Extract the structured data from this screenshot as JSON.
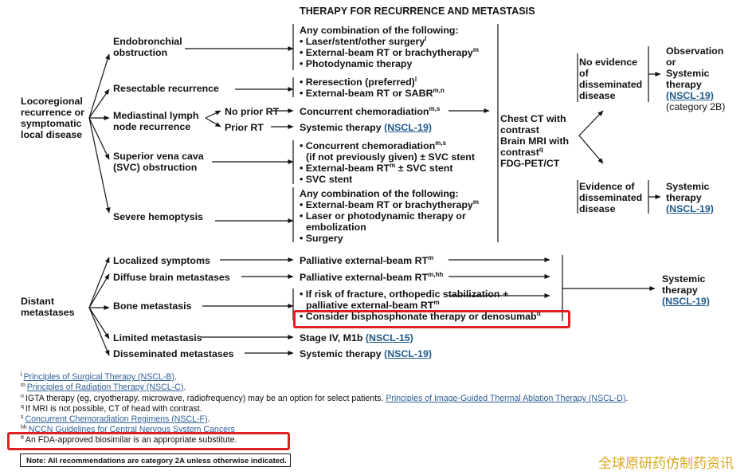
{
  "title": "THERAPY FOR RECURRENCE AND METASTASIS",
  "locoregional": {
    "label": [
      "Locoregional",
      "recurrence or",
      "symptomatic",
      "local disease"
    ],
    "endobronchial": {
      "label": [
        "Endobronchial",
        "obstruction"
      ],
      "therapy": [
        "Any combination of the following:",
        "• Laser/stent/other surgery",
        "• External-beam RT or brachytherapy",
        "• Photodynamic therapy"
      ],
      "sup1": "l",
      "sup2": "m"
    },
    "resectable": {
      "label": "Resectable recurrence",
      "therapy": [
        "• Reresection (preferred)",
        "• External-beam RT or SABR"
      ],
      "sup1": "l",
      "sup2": "m,n"
    },
    "mediastinal": {
      "label": [
        "Mediastinal lymph",
        "node recurrence"
      ],
      "no_prior": "No prior RT",
      "prior": "Prior RT",
      "therapy_no_prior": "Concurrent chemoradiation",
      "therapy_no_prior_sup": "m,s",
      "therapy_prior": "Systemic therapy",
      "therapy_prior_link": "(NSCL-19)"
    },
    "svc": {
      "label": [
        "Superior vena cava",
        "(SVC) obstruction"
      ],
      "therapy": [
        "• Concurrent chemoradiation",
        "(if not previously given) ± SVC stent",
        "• External-beam RT",
        " ± SVC stent",
        "• SVC stent"
      ],
      "sup1": "m,s",
      "sup2": "m"
    },
    "hemoptysis": {
      "label": "Severe hemoptysis",
      "therapy": [
        "Any combination of the following:",
        "• External-beam RT or brachytherapy",
        "• Laser or photodynamic therapy or",
        "embolization",
        "• Surgery"
      ],
      "sup1": "m"
    }
  },
  "followup": {
    "tests": [
      "Chest CT with",
      "contrast",
      "Brain MRI with",
      "contrast",
      "FDG-PET/CT"
    ],
    "tests_sup": "q",
    "no_evidence": [
      "No evidence",
      "of",
      "disseminated",
      "disease"
    ],
    "no_evidence_outcome": [
      "Observation",
      "or",
      "Systemic",
      "therapy",
      "(NSCL-19)",
      "(category 2B)"
    ],
    "evidence": [
      "Evidence of",
      "disseminated",
      "disease"
    ],
    "evidence_outcome": [
      "Systemic",
      "therapy",
      "(NSCL-19)"
    ]
  },
  "distant": {
    "label": [
      "Distant",
      "metastases"
    ],
    "localized": {
      "label": "Localized symptoms",
      "therapy": "Palliative external-beam RT",
      "sup": "m"
    },
    "brain": {
      "label": "Diffuse brain metastases",
      "therapy": "Palliative external-beam RT",
      "sup": "m,hh"
    },
    "bone": {
      "label": "Bone metastasis",
      "therapy": [
        "• If risk of fracture, orthopedic stabilization +",
        "palliative external-beam RT",
        "• Consider bisphosphonate therapy or denosumab"
      ],
      "sup1": "m",
      "sup2": "tt"
    },
    "limited": {
      "label": "Limited metastasis",
      "therapy": "Stage IV, M1b",
      "link": "(NSCL-15)"
    },
    "disseminated": {
      "label": "Disseminated metastases",
      "therapy": "Systemic therapy",
      "link": "(NSCL-19)"
    },
    "outcome": [
      "Systemic",
      "therapy",
      "(NSCL-19)"
    ]
  },
  "footnotes": [
    {
      "mark": "l",
      "link": "Principles of Surgical Therapy (NSCL-B)",
      "text": "",
      "after": "."
    },
    {
      "mark": "m",
      "link": "Principles of Radiation Therapy (NSCL-C)",
      "text": "",
      "after": "."
    },
    {
      "mark": "n",
      "text": "IGTA therapy (eg, cryotherapy, microwave, radiofrequency) may be an option for select patients. ",
      "link": "Principles of Image-Guided Thermal Ablation Therapy (NSCL-D)",
      "after": "."
    },
    {
      "mark": "q",
      "text": "If MRI is not possible, CT of head with contrast.",
      "link": "",
      "after": ""
    },
    {
      "mark": "s",
      "link": "Concurrent Chemoradiation Regimens (NSCL-F)",
      "text": "",
      "after": "."
    },
    {
      "mark": "hh",
      "link": "NCCN Guidelines for Central Nervous System Cancers",
      "text": "",
      "after": ""
    },
    {
      "mark": "tt",
      "text": "An FDA-approved biosimilar is an appropriate substitute.",
      "link": "",
      "after": ""
    }
  ],
  "note": "Note: All recommendations are category 2A unless otherwise indicated.",
  "watermark": "全球原研药仿制药资讯",
  "colors": {
    "link": "#1f5a8c",
    "highlight": "#e02020",
    "watermark": "#d8a61a"
  }
}
